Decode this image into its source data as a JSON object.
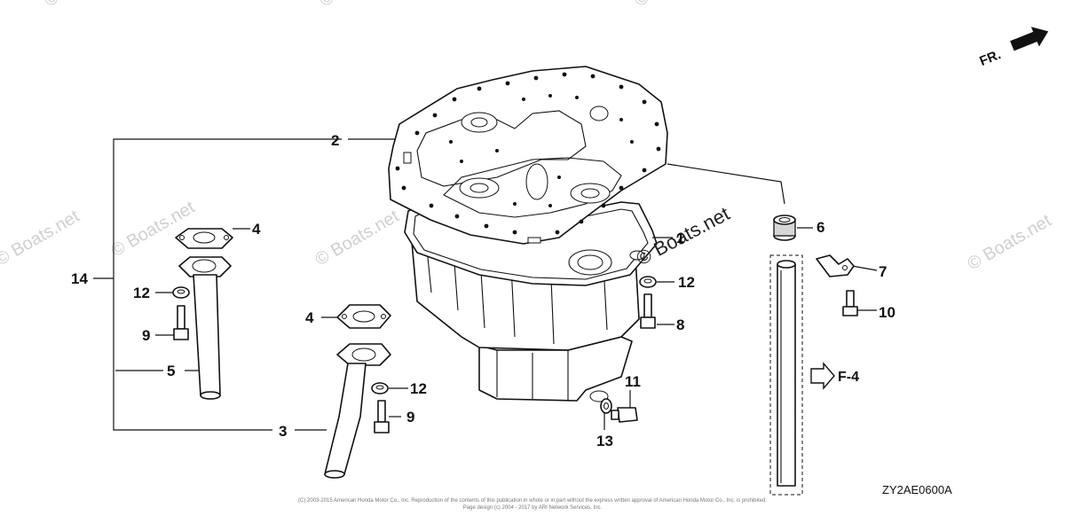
{
  "watermarks": {
    "left": "© Boats.net",
    "left_upper": "© Boats.net",
    "center": "© Boats.net",
    "center_dark": "© Boats.net",
    "right": "© Boats.net",
    "top_left": "© Boats.net",
    "top_mid": "© Boats.net",
    "top_right": "© Boats.net"
  },
  "orientation_label": "FR.",
  "reference": "F-4",
  "diagram_code": "ZY2AE0600A",
  "copyright_line1": "(C) 2003-2015 American Honda Motor Co., Inc. Reproduction of the contents of this publication in whole or in part without the express written approval of American Honda Motor Co., Inc. is prohibited.",
  "copyright_line2": "Page design (c) 2004 - 2017 by ARI Network Services, Inc.",
  "callouts": {
    "c1": "1",
    "c2": "2",
    "c3": "3",
    "c4a": "4",
    "c4b": "4",
    "c5": "5",
    "c6": "6",
    "c7": "7",
    "c8": "8",
    "c9a": "9",
    "c9b": "9",
    "c10": "10",
    "c11": "11",
    "c12a": "12",
    "c12b": "12",
    "c12c": "12",
    "c13": "13",
    "c14": "14"
  }
}
